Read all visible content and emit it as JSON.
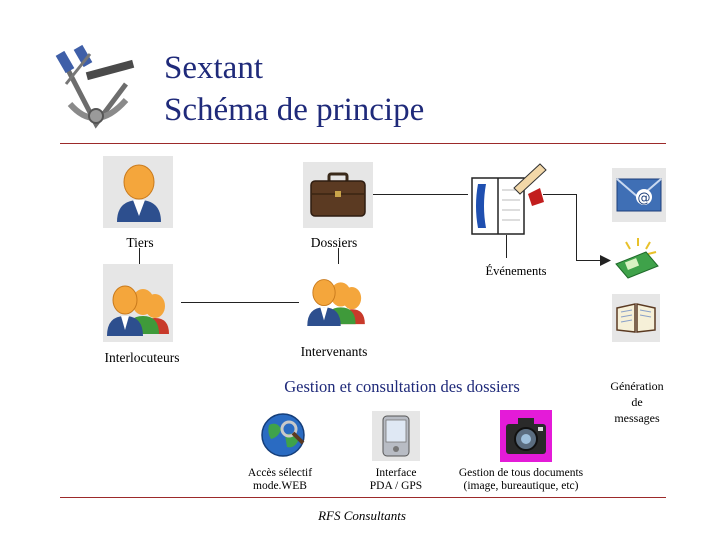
{
  "header": {
    "title_line1": "Sextant",
    "title_line2": "Schéma de principe"
  },
  "nodes": {
    "tiers": "Tiers",
    "dossiers": "Dossiers",
    "evenements": "Événements",
    "interlocuteurs": "Interlocuteurs",
    "intervenants": "Intervenants"
  },
  "generation": {
    "line1": "Génération",
    "line2": "de",
    "line3": "messages"
  },
  "section": {
    "title": "Gestion et consultation des dossiers"
  },
  "features": {
    "web_line1": "Accès sélectif",
    "web_line2": "mode.WEB",
    "pda_line1": "Interface",
    "pda_line2": "PDA / GPS",
    "docs_line1": "Gestion de tous documents",
    "docs_line2": "(image, bureautique, etc)"
  },
  "footer": {
    "text": "RFS Consultants"
  },
  "colors": {
    "title": "#1f2a7a",
    "rule": "#9c2a2a",
    "panel": "#e6e6e6"
  },
  "icons": [
    "sextant-icon",
    "person-icon",
    "briefcase-icon",
    "phone-notebook-icon",
    "email-icon",
    "sms-phone-icon",
    "book-icon",
    "group-icon",
    "globe-icon",
    "pda-icon",
    "camera-icon"
  ]
}
